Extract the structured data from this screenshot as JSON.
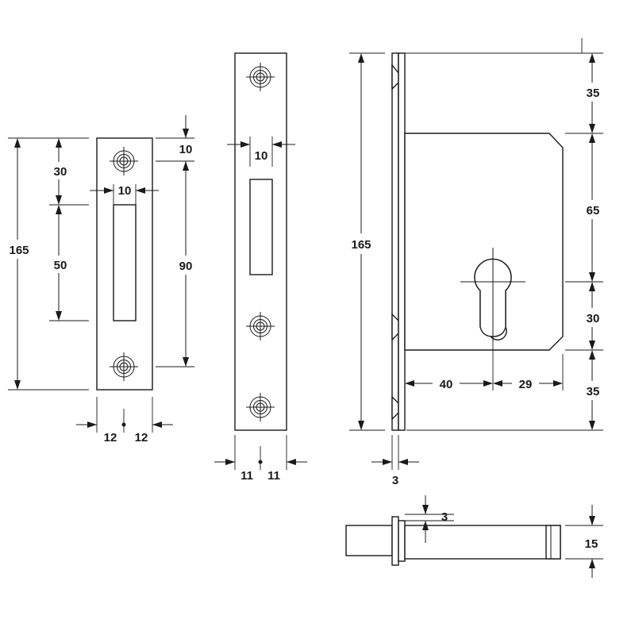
{
  "strike_plate": {
    "height": "165",
    "top_to_slot": "30",
    "slot_height": "50",
    "slot_width": "10",
    "hole_pitch": "90",
    "top_to_hole": "10",
    "half_width_left": "12",
    "half_width_right": "12"
  },
  "forend": {
    "slot_width": "10",
    "half_width_left": "11",
    "half_width_right": "11"
  },
  "lock_body": {
    "height": "165",
    "top_to_case": "35",
    "case_to_cylinder": "65",
    "cylinder_to_lower": "30",
    "bottom": "35",
    "backset": "40",
    "cylinder_to_edge": "29",
    "forend_thickness": "3"
  },
  "bolt": {
    "throw": "3",
    "height": "15"
  }
}
